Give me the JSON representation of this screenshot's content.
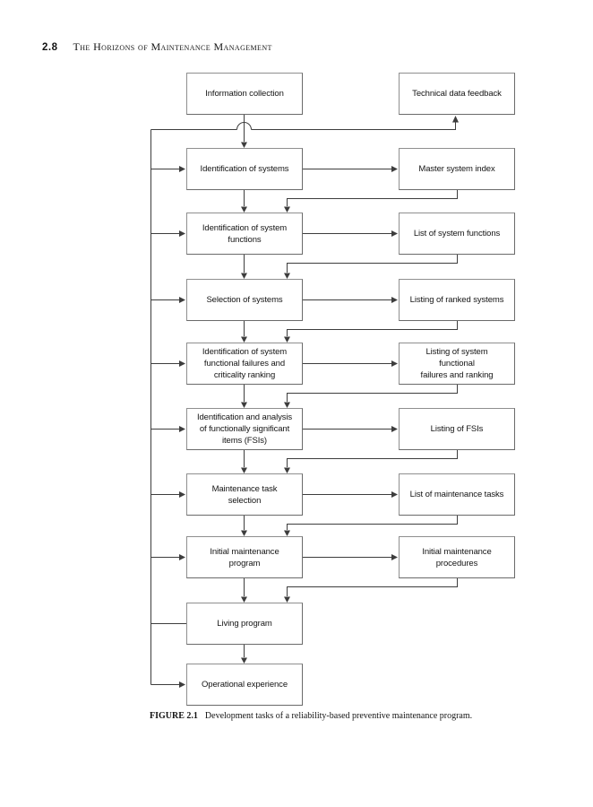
{
  "page_header": {
    "section_number": "2.8",
    "section_title": "The Horizons of Maintenance Management"
  },
  "flowchart": {
    "process_boxes": [
      {
        "id": "information-collection",
        "lines": [
          "Information collection"
        ]
      },
      {
        "id": "identification-of-systems",
        "lines": [
          "Identification of systems"
        ]
      },
      {
        "id": "identification-of-system-functions",
        "lines": [
          "Identification of system",
          "functions"
        ]
      },
      {
        "id": "selection-of-systems",
        "lines": [
          "Selection of systems"
        ]
      },
      {
        "id": "identification-of-functional-failures",
        "lines": [
          "Identification of system",
          "functional failures and",
          "criticality ranking"
        ]
      },
      {
        "id": "identification-analysis-fsis",
        "lines": [
          "Identification and analysis",
          "of functionally significant",
          "items (FSIs)"
        ]
      },
      {
        "id": "maintenance-task-selection",
        "lines": [
          "Maintenance task",
          "selection"
        ]
      },
      {
        "id": "initial-maintenance-program",
        "lines": [
          "Initial maintenance",
          "program"
        ]
      },
      {
        "id": "living-program",
        "lines": [
          "Living program"
        ]
      },
      {
        "id": "operational-experience",
        "lines": [
          "Operational experience"
        ]
      }
    ],
    "output_boxes": [
      {
        "id": "technical-data-feedback",
        "lines": [
          "Technical data feedback"
        ]
      },
      {
        "id": "master-system-index",
        "lines": [
          "Master system index"
        ]
      },
      {
        "id": "list-of-system-functions",
        "lines": [
          "List of system functions"
        ]
      },
      {
        "id": "listing-of-ranked-systems",
        "lines": [
          "Listing of ranked systems"
        ]
      },
      {
        "id": "listing-of-functional-failures",
        "lines": [
          "Listing of system",
          "functional",
          "failures and ranking"
        ]
      },
      {
        "id": "listing-of-fsis",
        "lines": [
          "Listing of FSIs"
        ]
      },
      {
        "id": "list-of-maintenance-tasks",
        "lines": [
          "List of maintenance tasks"
        ]
      },
      {
        "id": "initial-maintenance-procedures",
        "lines": [
          "Initial maintenance",
          "procedures"
        ]
      }
    ],
    "edges": {
      "main_flow": [
        [
          "information-collection",
          "identification-of-systems"
        ],
        [
          "identification-of-systems",
          "identification-of-system-functions"
        ],
        [
          "identification-of-system-functions",
          "selection-of-systems"
        ],
        [
          "selection-of-systems",
          "identification-of-functional-failures"
        ],
        [
          "identification-of-functional-failures",
          "identification-analysis-fsis"
        ],
        [
          "identification-analysis-fsis",
          "maintenance-task-selection"
        ],
        [
          "maintenance-task-selection",
          "initial-maintenance-program"
        ],
        [
          "initial-maintenance-program",
          "living-program"
        ],
        [
          "living-program",
          "operational-experience"
        ]
      ],
      "process_to_output": [
        [
          "identification-of-systems",
          "master-system-index"
        ],
        [
          "identification-of-system-functions",
          "list-of-system-functions"
        ],
        [
          "selection-of-systems",
          "listing-of-ranked-systems"
        ],
        [
          "identification-of-functional-failures",
          "listing-of-functional-failures"
        ],
        [
          "identification-analysis-fsis",
          "listing-of-fsis"
        ],
        [
          "maintenance-task-selection",
          "list-of-maintenance-tasks"
        ],
        [
          "initial-maintenance-program",
          "initial-maintenance-procedures"
        ]
      ],
      "output_to_next_process": [
        [
          "master-system-index",
          "identification-of-system-functions"
        ],
        [
          "list-of-system-functions",
          "selection-of-systems"
        ],
        [
          "listing-of-ranked-systems",
          "identification-of-functional-failures"
        ],
        [
          "listing-of-functional-failures",
          "identification-analysis-fsis"
        ],
        [
          "listing-of-fsis",
          "maintenance-task-selection"
        ],
        [
          "list-of-maintenance-tasks",
          "initial-maintenance-program"
        ],
        [
          "initial-maintenance-procedures",
          "living-program"
        ]
      ],
      "feedback_spine_targets": [
        "technical-data-feedback",
        "identification-of-systems",
        "identification-of-system-functions",
        "selection-of-systems",
        "identification-of-functional-failures",
        "identification-analysis-fsis",
        "maintenance-task-selection",
        "initial-maintenance-program",
        "operational-experience"
      ],
      "feedback_spine_source": "living-program"
    }
  },
  "caption": {
    "figure_label": "FIGURE 2.1",
    "text": "Development tasks of a reliability-based preventive maintenance program."
  },
  "colors": {
    "line": "#3d3d3d",
    "box_border": "#8f8f8f",
    "text": "#141414",
    "background": "#ffffff"
  }
}
